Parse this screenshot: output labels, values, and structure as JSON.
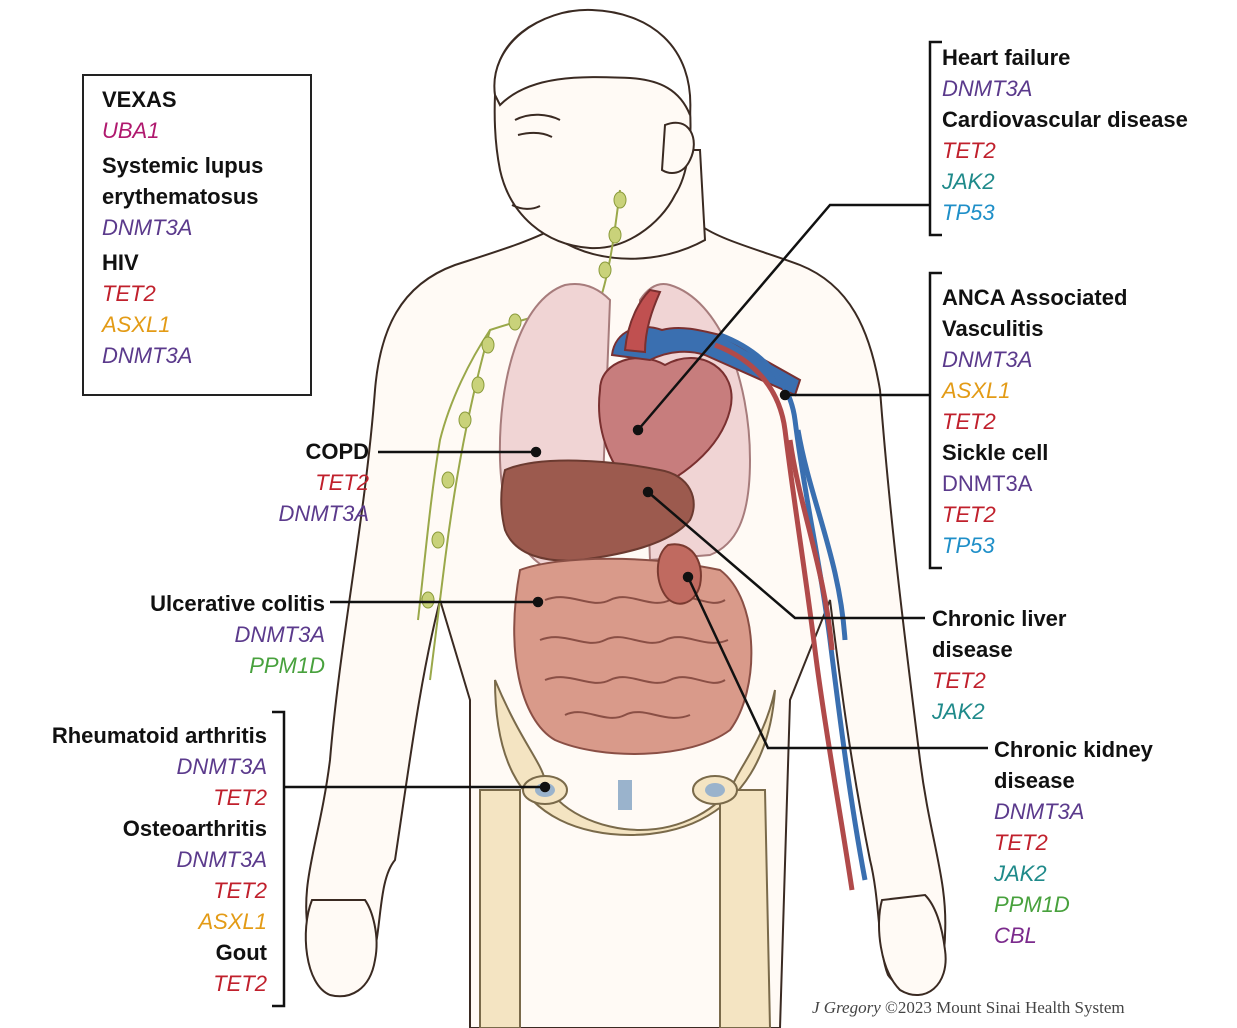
{
  "colors": {
    "UBA1": "#b0196e",
    "DNMT3A": "#5b3a8c",
    "TET2": "#c0202c",
    "ASXL1": "#e39b16",
    "JAK2": "#1f8a8a",
    "TP53": "#1f8fc8",
    "PPM1D": "#48a13d",
    "CBL": "#7b2a8c"
  },
  "icons": [
    "human-body-illustration",
    "lungs-icon",
    "heart-icon",
    "liver-icon",
    "intestines-icon",
    "kidney-icon",
    "pelvis-icon",
    "blood-vessels-icon",
    "lymph-nodes-icon"
  ],
  "groups": {
    "top_left": [
      {
        "title": "VEXAS",
        "genes": [
          {
            "name": "UBA1",
            "color": "UBA1"
          }
        ]
      },
      {
        "title": "Systemic lupus",
        "title2": "erythematosus",
        "genes": [
          {
            "name": "DNMT3A",
            "color": "DNMT3A"
          }
        ]
      },
      {
        "title": "HIV",
        "genes": [
          {
            "name": "TET2",
            "color": "TET2"
          },
          {
            "name": "ASXL1",
            "color": "ASXL1"
          },
          {
            "name": "DNMT3A",
            "color": "DNMT3A"
          }
        ]
      }
    ],
    "copd": {
      "title": "COPD",
      "genes": [
        {
          "name": "TET2",
          "color": "TET2"
        },
        {
          "name": "DNMT3A",
          "color": "DNMT3A"
        }
      ]
    },
    "uc": {
      "title": "Ulcerative colitis",
      "genes": [
        {
          "name": "DNMT3A",
          "color": "DNMT3A"
        },
        {
          "name": "PPM1D",
          "color": "PPM1D"
        }
      ]
    },
    "joints": [
      {
        "title": "Rheumatoid arthritis",
        "genes": [
          {
            "name": "DNMT3A",
            "color": "DNMT3A"
          },
          {
            "name": "TET2",
            "color": "TET2"
          }
        ]
      },
      {
        "title": "Osteoarthritis",
        "genes": [
          {
            "name": "DNMT3A",
            "color": "DNMT3A"
          },
          {
            "name": "TET2",
            "color": "TET2"
          },
          {
            "name": "ASXL1",
            "color": "ASXL1"
          }
        ]
      },
      {
        "title": "Gout",
        "genes": [
          {
            "name": "TET2",
            "color": "TET2"
          }
        ]
      }
    ],
    "heart": [
      {
        "title": "Heart failure",
        "genes": [
          {
            "name": "DNMT3A",
            "color": "DNMT3A"
          }
        ]
      },
      {
        "title": "Cardiovascular disease",
        "genes": [
          {
            "name": "TET2",
            "color": "TET2"
          },
          {
            "name": "JAK2",
            "color": "JAK2"
          },
          {
            "name": "TP53",
            "color": "TP53"
          }
        ]
      }
    ],
    "vascular": [
      {
        "title": "ANCA Associated",
        "title2": "Vasculitis",
        "genes": [
          {
            "name": "DNMT3A",
            "color": "DNMT3A"
          },
          {
            "name": "ASXL1",
            "color": "ASXL1"
          },
          {
            "name": "TET2",
            "color": "TET2"
          }
        ]
      },
      {
        "title": "Sickle cell",
        "genes": [
          {
            "name": "DNMT3A",
            "color": "DNMT3A",
            "plain": true
          },
          {
            "name": "TET2",
            "color": "TET2"
          },
          {
            "name": "TP53",
            "color": "TP53"
          }
        ]
      }
    ],
    "liver": {
      "title": "Chronic liver",
      "title2": "disease",
      "genes": [
        {
          "name": "TET2",
          "color": "TET2"
        },
        {
          "name": "JAK2",
          "color": "JAK2"
        }
      ]
    },
    "kidney": {
      "title": "Chronic kidney",
      "title2": "disease",
      "genes": [
        {
          "name": "DNMT3A",
          "color": "DNMT3A"
        },
        {
          "name": "TET2",
          "color": "TET2"
        },
        {
          "name": "JAK2",
          "color": "JAK2"
        },
        {
          "name": "PPM1D",
          "color": "PPM1D"
        },
        {
          "name": "CBL",
          "color": "CBL"
        }
      ]
    }
  },
  "credit": {
    "author": "J Gregory",
    "rest": " ©2023 Mount Sinai Health System"
  }
}
